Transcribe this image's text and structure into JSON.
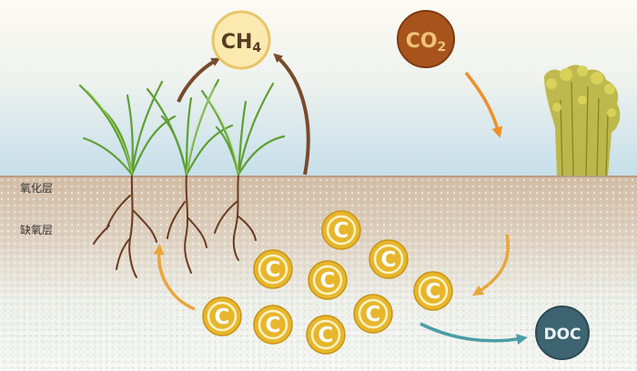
{
  "layers": {
    "oxidized": "氧化层",
    "anoxic": "缺氧层"
  },
  "molecules": {
    "methane": {
      "base": "CH",
      "sub": "4"
    },
    "carbon_dioxide": {
      "base": "CO",
      "sub": "2"
    },
    "doc": "DOC"
  },
  "carbon_symbol": "C",
  "colors": {
    "sky_top": "#fbf7ee",
    "sky_bottom": "#c9e1ec",
    "soil": "#d6c4b0",
    "root": "#6b3a1f",
    "grass": "#6aa83a",
    "moss": "#b8b33a",
    "carbon_fill": "#e7b62c",
    "carbon_ring": "#fff3c4",
    "ch4_fill": "#fbe9b0",
    "ch4_stroke": "#e8c567",
    "co2_fill": "#a7541c",
    "co2_text": "#f2c27a",
    "doc_fill": "#3d6470",
    "arrow_methane": "#7a4a2c",
    "arrow_co2": "#ef8f2a",
    "arrow_cycle": "#e8a63a",
    "arrow_doc": "#4b9ea6"
  }
}
